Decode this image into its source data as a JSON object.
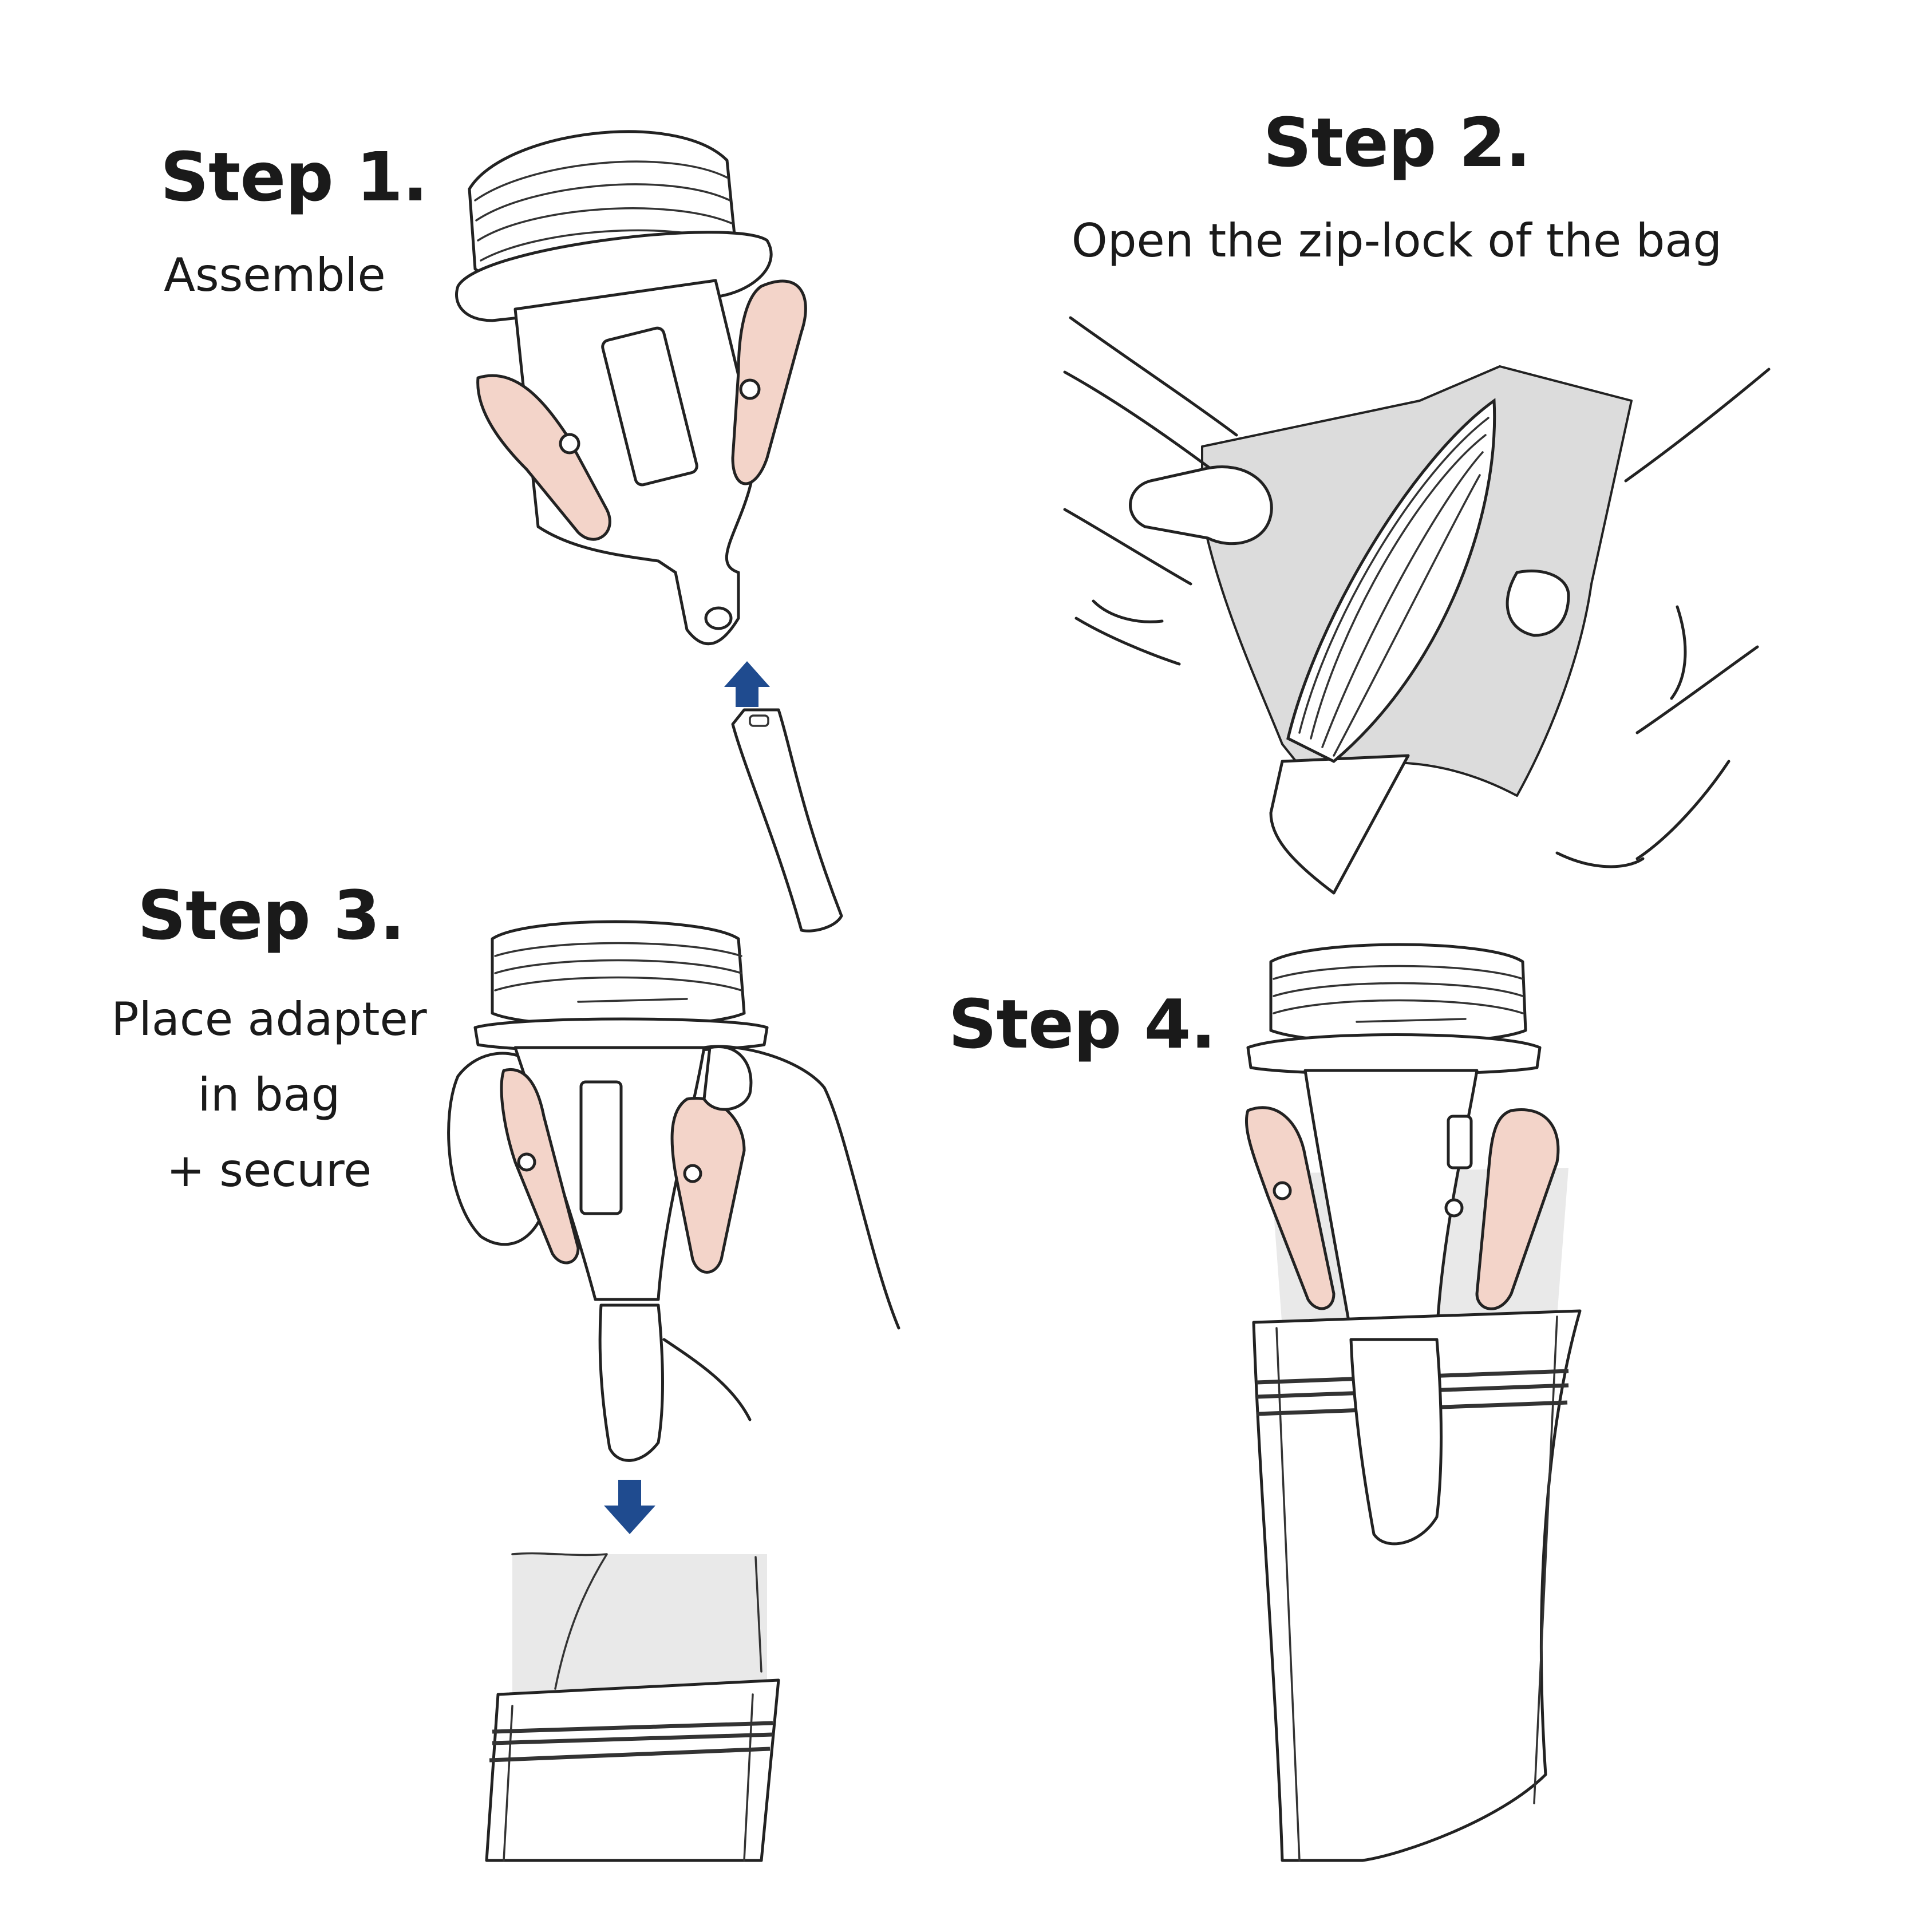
{
  "steps": [
    {
      "title": "Step 1.",
      "caption": [
        "Assemble"
      ]
    },
    {
      "title": "Step 2.",
      "caption": [
        "Open the zip-lock of the bag"
      ]
    },
    {
      "title": "Step 3.",
      "caption": [
        "Place adapter",
        "in bag",
        "+ secure"
      ]
    },
    {
      "title": "Step 4.",
      "caption": []
    }
  ],
  "colors": {
    "clip_pink": "#f3d4c9",
    "arrow_blue": "#1f4b8f",
    "bag_gray": "#dcdcdc"
  },
  "icons": [
    "arrow-up-icon",
    "arrow-down-icon"
  ]
}
